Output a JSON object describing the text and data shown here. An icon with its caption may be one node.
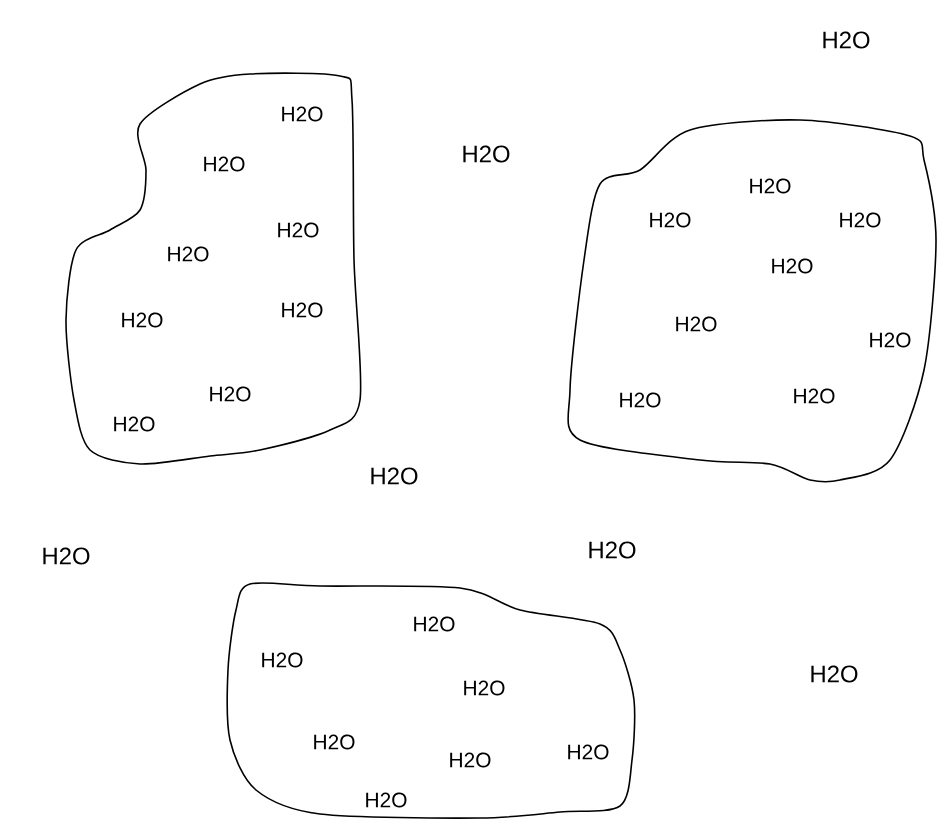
{
  "diagram": {
    "nodes": [
      {
        "text": [
          "H2O",
          "H2O",
          "H2O",
          "H2O",
          "H2O",
          "H2O",
          "H2O",
          "H2O"
        ]
      },
      {
        "text": [
          "H2O",
          "H2O",
          "H2O",
          "H2O",
          "H2O",
          "H2O",
          "H2O",
          "H2O"
        ]
      },
      {
        "text": [
          "H2O",
          "H2O",
          "H2O",
          "H2O",
          "H2O",
          "H2O",
          "H2O"
        ]
      }
    ],
    "labels": [
      "H2O",
      "H2O",
      "H2O",
      "H2O",
      "H2O",
      "H2O"
    ]
  }
}
